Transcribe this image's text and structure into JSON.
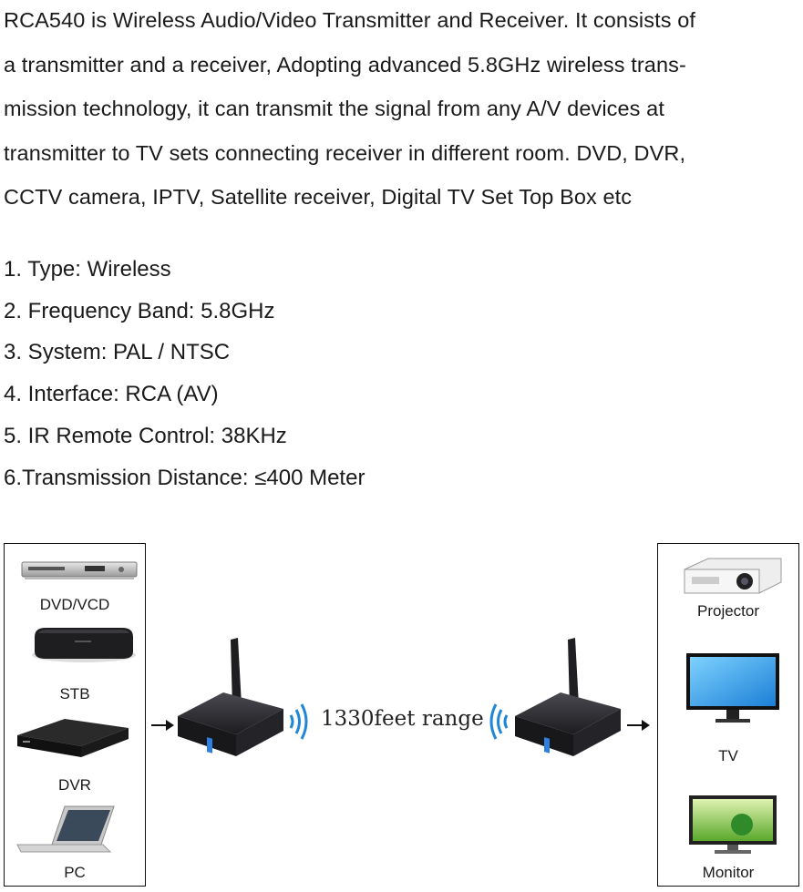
{
  "intro_lines": [
    "RCA540 is Wireless Audio/Video Transmitter and Receiver. It consists of",
    "a transmitter and a receiver, Adopting advanced 5.8GHz wireless trans-",
    "mission technology, it can transmit the signal from any A/V devices at",
    "transmitter to TV sets connecting receiver in different room. DVD, DVR,",
    "CCTV camera, IPTV, Satellite receiver, Digital TV Set Top Box etc"
  ],
  "specs": [
    "1. Type: Wireless",
    "2. Frequency Band: 5.8GHz",
    "3. System: PAL / NTSC",
    "4. Interface: RCA (AV)",
    "5. IR Remote Control: 38KHz",
    "6.Transmission Distance: ≤400 Meter"
  ],
  "diagram": {
    "sources": [
      "DVD/VCD",
      "STB",
      "DVR",
      "PC"
    ],
    "outputs": [
      "Projector",
      "TV",
      "Monitor"
    ],
    "range_label": "1330feet range"
  },
  "colors": {
    "wave_blue": "#1f86d8",
    "device_dark": "#2b2b2e",
    "led_blue": "#2f7fe0"
  }
}
